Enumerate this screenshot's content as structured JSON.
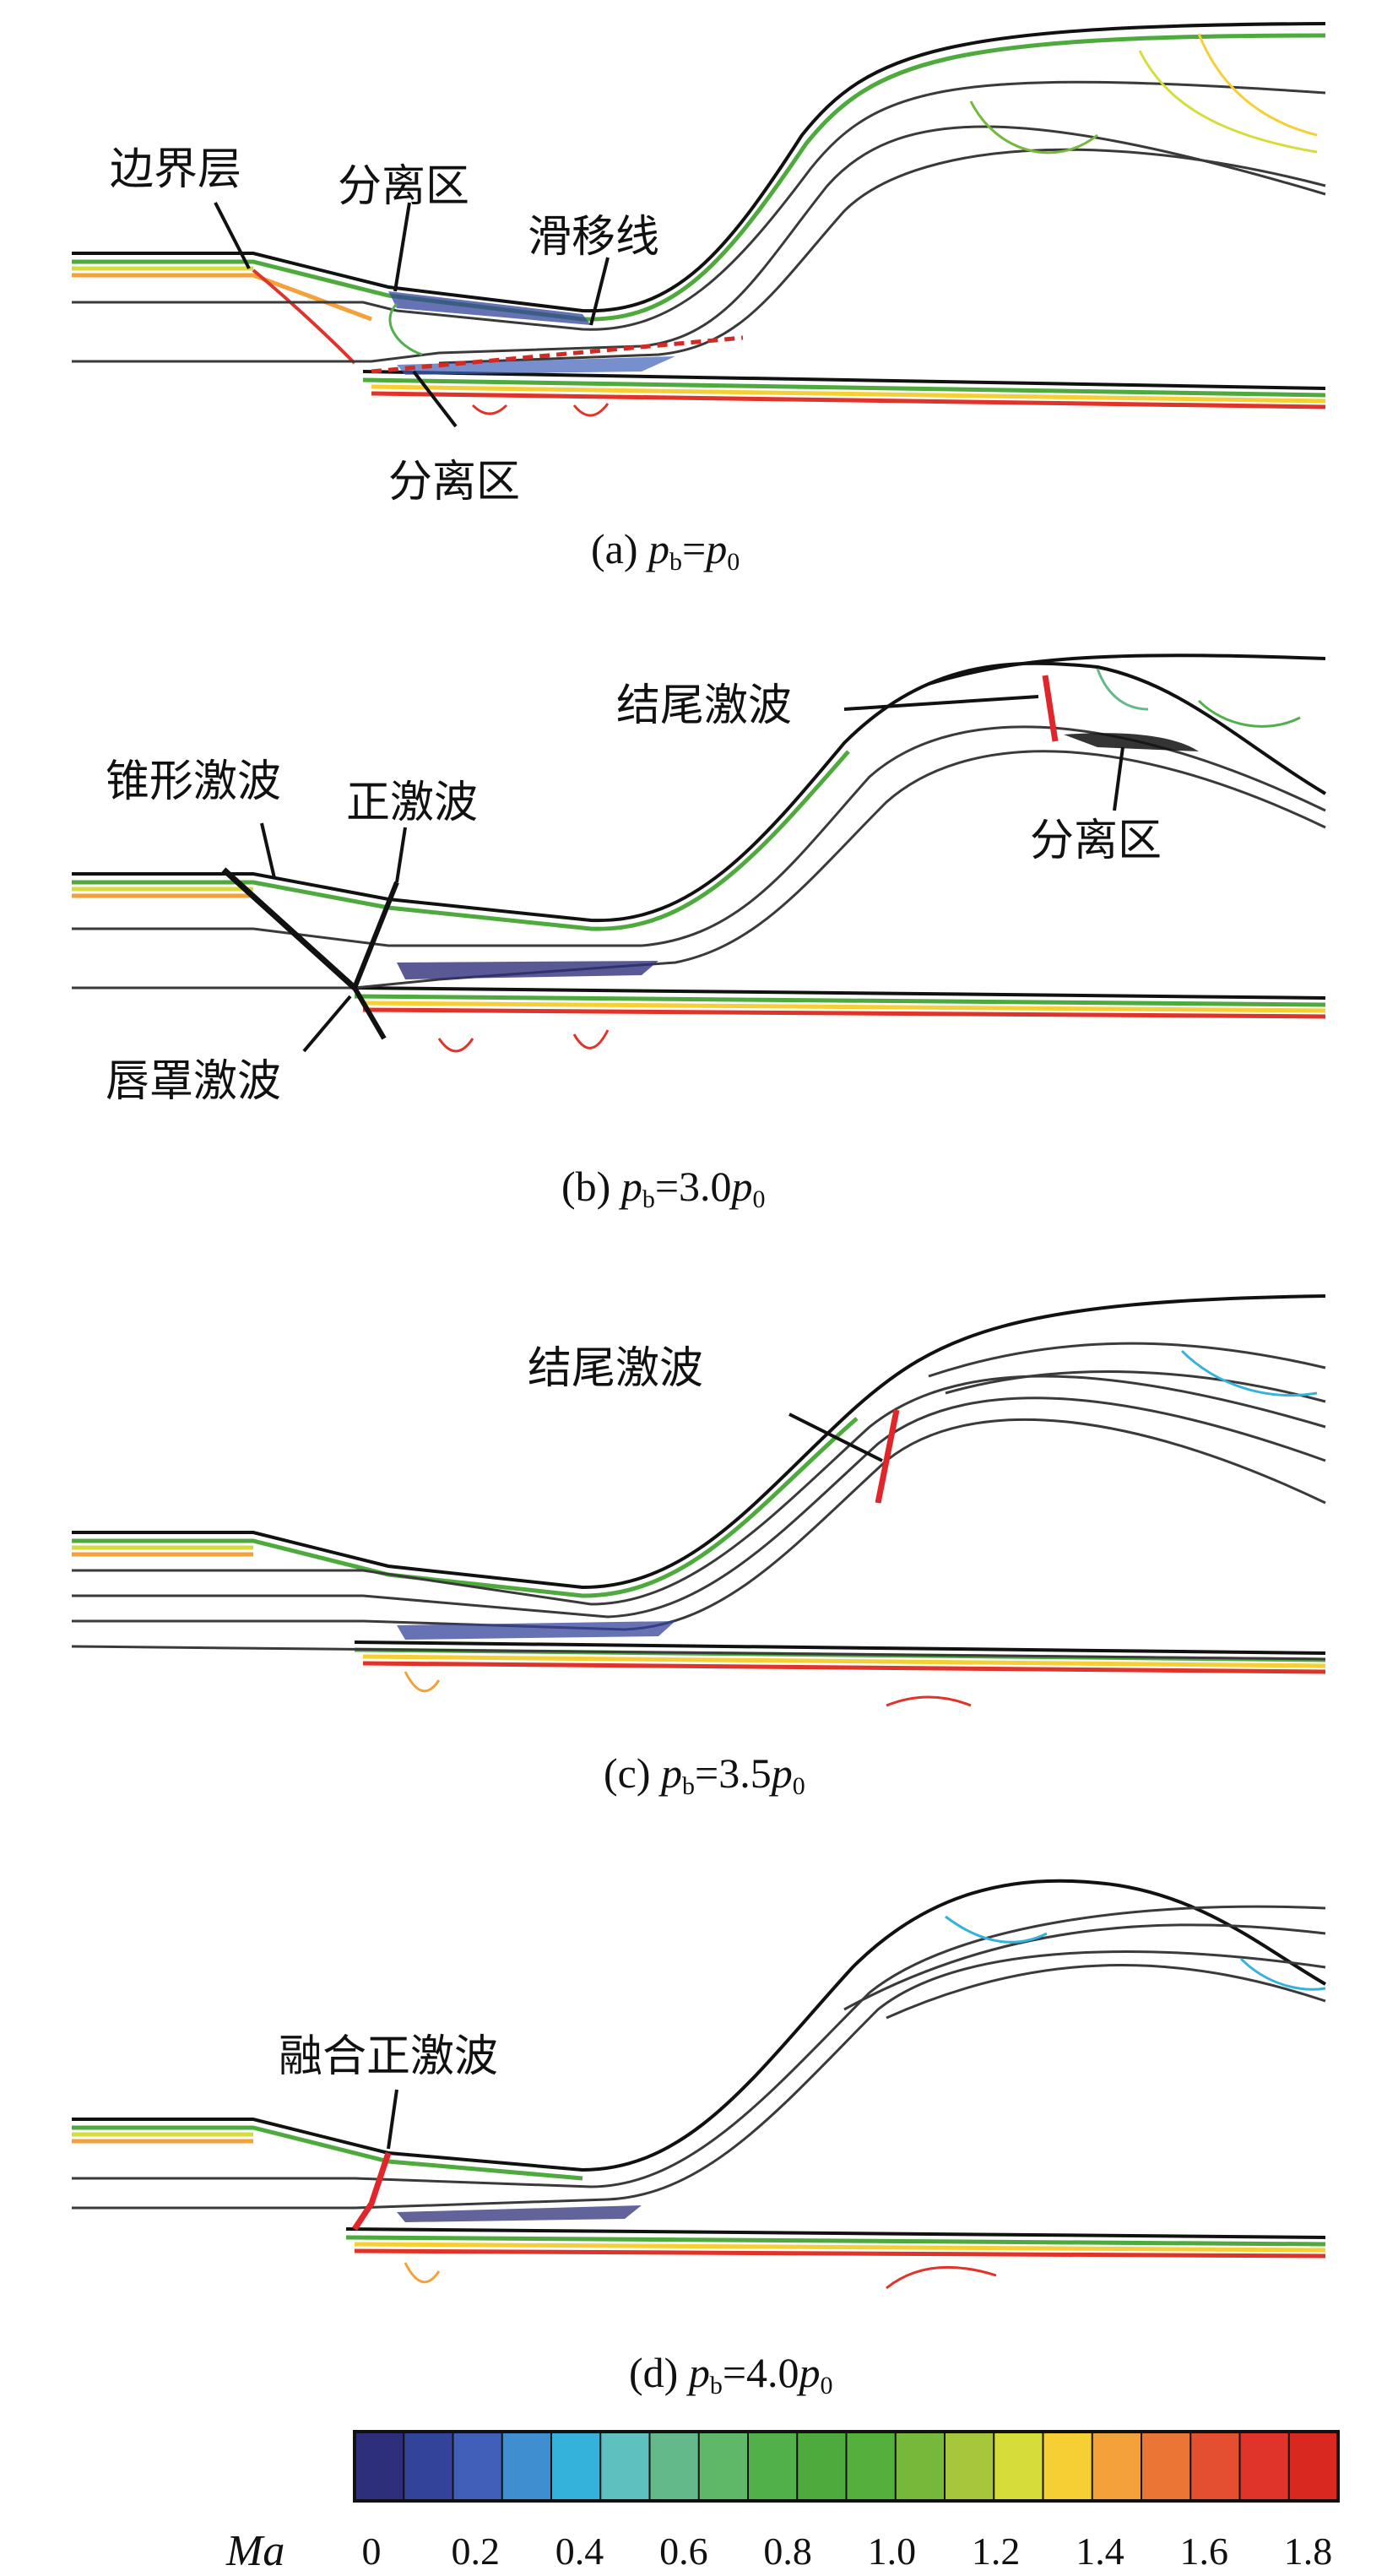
{
  "panels": [
    {
      "caption_prefix": "(a) ",
      "caption_p": "p",
      "caption_sub_b": "b",
      "caption_eq": "=",
      "caption_coef": "",
      "caption_p2": "p",
      "caption_sub_0": "0",
      "labels": {
        "boundary_layer": "边界层",
        "separation_top": "分离区",
        "slip_line": "滑移线",
        "separation_bottom": "分离区"
      }
    },
    {
      "caption_prefix": "(b) ",
      "caption_p": "p",
      "caption_sub_b": "b",
      "caption_eq": "=",
      "caption_coef": "3.0",
      "caption_p2": "p",
      "caption_sub_0": "0",
      "labels": {
        "cone_shock": "锥形激波",
        "normal_shock": "正激波",
        "terminal_shock": "结尾激波",
        "separation": "分离区",
        "cowl_shock": "唇罩激波"
      }
    },
    {
      "caption_prefix": "(c) ",
      "caption_p": "p",
      "caption_sub_b": "b",
      "caption_eq": "=",
      "caption_coef": "3.5",
      "caption_p2": "p",
      "caption_sub_0": "0",
      "labels": {
        "terminal_shock": "结尾激波"
      }
    },
    {
      "caption_prefix": "(d) ",
      "caption_p": "p",
      "caption_sub_b": "b",
      "caption_eq": "=",
      "caption_coef": "4.0",
      "caption_p2": "p",
      "caption_sub_0": "0",
      "labels": {
        "merged_normal_shock": "融合正激波"
      }
    }
  ],
  "colorbar": {
    "label": "Ma",
    "ticks": [
      "0",
      "0.2",
      "0.4",
      "0.6",
      "0.8",
      "1.0",
      "1.2",
      "1.4",
      "1.6",
      "1.8"
    ],
    "colors": [
      "#2e2f7a",
      "#33439a",
      "#3f5fb8",
      "#3f8fd0",
      "#35b2dc",
      "#5fc0c0",
      "#63b98a",
      "#5eb868",
      "#52b04a",
      "#4faa3e",
      "#55af3c",
      "#76b83a",
      "#a6c63c",
      "#d6dd3a",
      "#f6cf35",
      "#f3a13a",
      "#ea7535",
      "#e4502f",
      "#e0342a",
      "#d9281f"
    ]
  },
  "colors": {
    "wall": "#111111",
    "streamline": "#3a3a3a",
    "shock_red": "#e0262a",
    "dashed_red": "#d42a24"
  }
}
